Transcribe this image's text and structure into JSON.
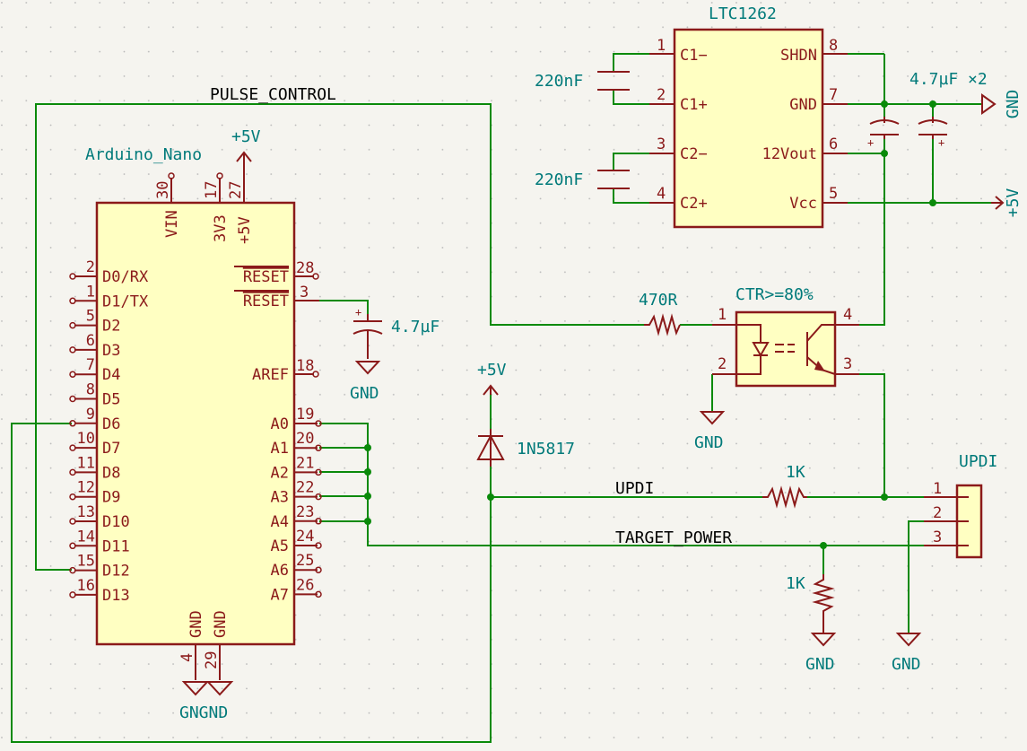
{
  "colors": {
    "wire": "#0a8a0a",
    "symbol": "#8b1a1a",
    "body": "#ffffc2",
    "label": "#007a7a",
    "net": "#000000"
  },
  "labels": {
    "ltc_ref": "LTC1262",
    "ltc_c1m": "C1−",
    "ltc_c1p": "C1+",
    "ltc_c2m": "C2−",
    "ltc_c2p": "C2+",
    "ltc_shdn": "SHDN",
    "ltc_gnd": "GND",
    "ltc_12v": "12Vout",
    "ltc_vcc": "Vcc",
    "ltc_p1": "1",
    "ltc_p2": "2",
    "ltc_p3": "3",
    "ltc_p4": "4",
    "ltc_p8": "8",
    "ltc_p7": "7",
    "ltc_p6": "6",
    "ltc_p5": "5",
    "cap_220_1": "220nF",
    "cap_220_2": "220nF",
    "cap_4u7_x2": "4.7µF ×2",
    "pwr_gnd_r": "GND",
    "pwr_5v_r": "+5V",
    "net_pulse": "PULSE_CONTROL",
    "nano_ref": "Arduino_Nano",
    "nano_vin": "VIN",
    "nano_3v3": "3V3",
    "nano_5v": "+5V",
    "nano_p30": "30",
    "nano_p17": "17",
    "nano_p27": "27",
    "pwr_5v_top": "+5V",
    "reset1": "RESET",
    "reset2": "RESET",
    "aref": "AREF",
    "p28": "28",
    "p3": "3",
    "p18": "18",
    "cap_4u7": "4.7µF",
    "gnd_cap": "GND",
    "left_pins": [
      {
        "num": "2",
        "name": "D0/RX"
      },
      {
        "num": "1",
        "name": "D1/TX"
      },
      {
        "num": "5",
        "name": "D2"
      },
      {
        "num": "6",
        "name": "D3"
      },
      {
        "num": "7",
        "name": "D4"
      },
      {
        "num": "8",
        "name": "D5"
      },
      {
        "num": "9",
        "name": "D6"
      },
      {
        "num": "10",
        "name": "D7"
      },
      {
        "num": "11",
        "name": "D8"
      },
      {
        "num": "12",
        "name": "D9"
      },
      {
        "num": "13",
        "name": "D10"
      },
      {
        "num": "14",
        "name": "D11"
      },
      {
        "num": "15",
        "name": "D12"
      },
      {
        "num": "16",
        "name": "D13"
      }
    ],
    "right_pins": [
      {
        "num": "19",
        "name": "A0"
      },
      {
        "num": "20",
        "name": "A1"
      },
      {
        "num": "21",
        "name": "A2"
      },
      {
        "num": "22",
        "name": "A3"
      },
      {
        "num": "23",
        "name": "A4"
      },
      {
        "num": "24",
        "name": "A5"
      },
      {
        "num": "25",
        "name": "A6"
      },
      {
        "num": "26",
        "name": "A7"
      }
    ],
    "nano_gnd1": "GND",
    "nano_gnd2": "GND",
    "nano_p4": "4",
    "nano_p29": "29",
    "gngnd": "GNGND",
    "res_470": "470R",
    "ctr": "CTR>=80%",
    "opto_p1": "1",
    "opto_p2": "2",
    "opto_p3": "3",
    "opto_p4": "4",
    "gnd_opto": "GND",
    "pwr_5v_diode": "+5V",
    "diode": "1N5817",
    "net_updi": "UPDI",
    "res_1k_updi": "1K",
    "net_target": "TARGET_POWER",
    "res_1k_pd": "1K",
    "gnd_res": "GND",
    "gnd_conn": "GND",
    "conn_ref": "UPDI",
    "conn_p1": "1",
    "conn_p2": "2",
    "conn_p3": "3"
  }
}
